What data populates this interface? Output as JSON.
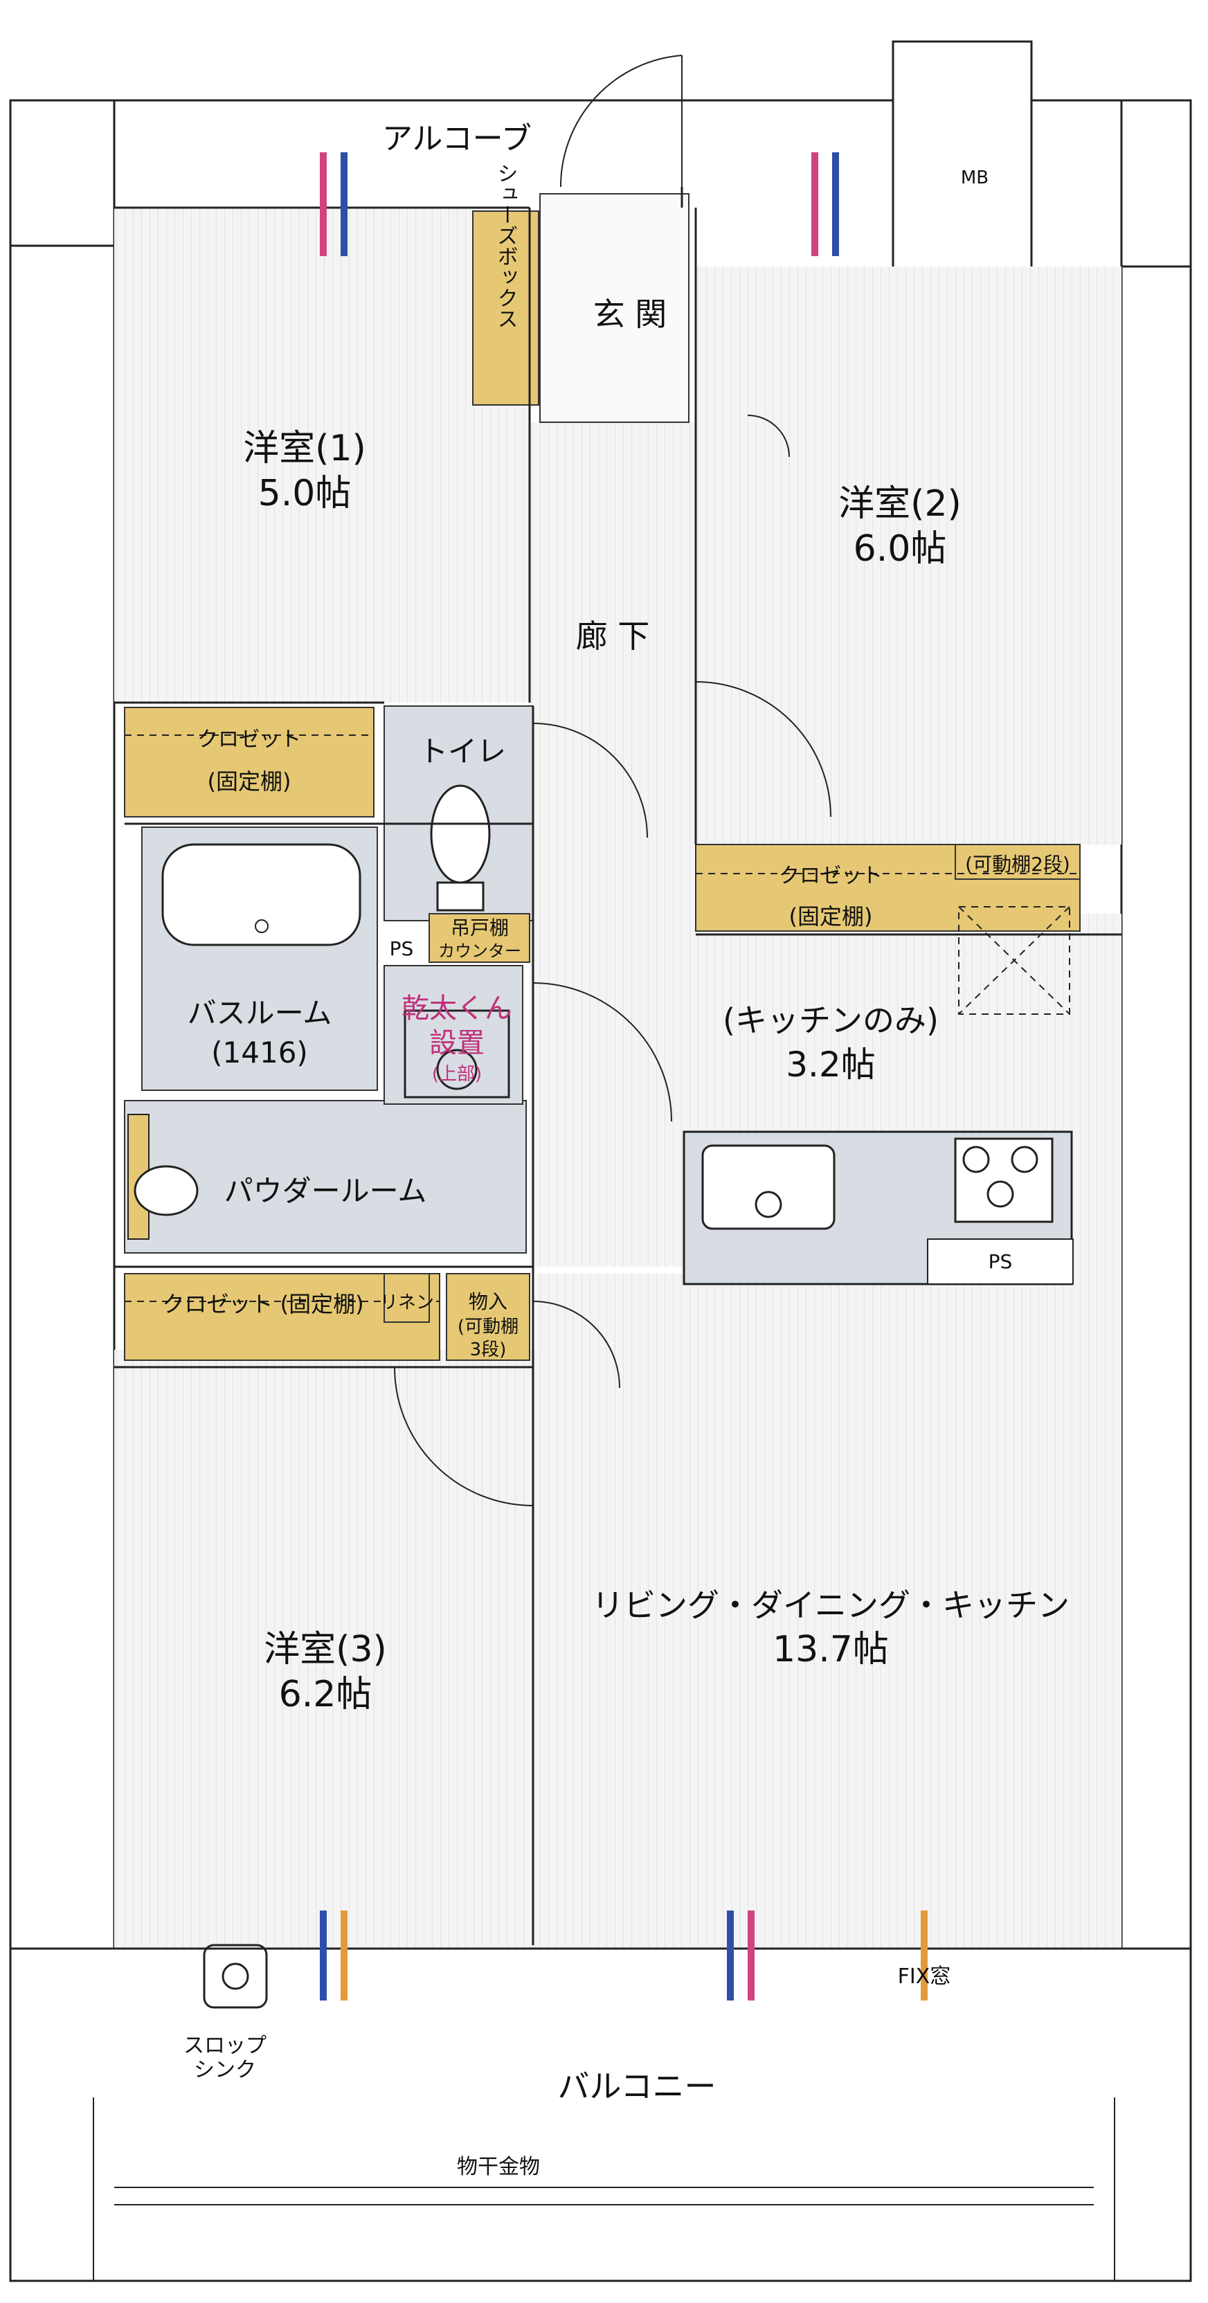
{
  "plan": {
    "alcove": "アルコーブ",
    "mb": "MB",
    "shoe_box": "シューズボックス",
    "entrance": "玄 関",
    "corridor": "廊 下",
    "room1": {
      "name": "洋室(1)",
      "size": "5.0帖"
    },
    "room2": {
      "name": "洋室(2)",
      "size": "6.0帖"
    },
    "room3": {
      "name": "洋室(3)",
      "size": "6.2帖"
    },
    "closet1": {
      "title": "クロゼット",
      "sub": "(固定棚)"
    },
    "closet2": {
      "title": "クロゼット",
      "sub": "(固定棚)",
      "extra": "(可動棚2段)"
    },
    "closet3": {
      "title": "クロゼット (固定棚)"
    },
    "toilet": "トイレ",
    "ps_small": "PS",
    "hanging_shelf": {
      "line1": "吊戸棚",
      "line2": "カウンター"
    },
    "bathroom": {
      "name": "バスルーム",
      "size": "(1416)"
    },
    "dryer": {
      "line1": "乾太くん",
      "line2": "設置",
      "line3": "(上部)"
    },
    "powder_room": "パウダールーム",
    "linen": "リネン",
    "storage": {
      "line1": "物入",
      "line2": "(可動棚",
      "line3": "3段)"
    },
    "kitchen": {
      "name": "(キッチンのみ)",
      "size": "3.2帖"
    },
    "ps_kitchen": "PS",
    "ldk": {
      "name": "リビング・ダイニング・キッチン",
      "size": "13.7帖"
    },
    "fix_window": "FIX窓",
    "slop_sink": {
      "line1": "スロップ",
      "line2": "シンク"
    },
    "balcony": "バルコニー",
    "clothes_hanger": "物干金物"
  },
  "colors": {
    "closet": "#e6c874",
    "wet_area": "#d8dde3",
    "floor": "#f2f2f2",
    "dryer_text": "#c0307a",
    "pipe_blue": "#2d4fa8",
    "pipe_pink": "#d0437e",
    "pipe_orange": "#e39a3b",
    "pipe_cyan": "#5cc7e0"
  }
}
